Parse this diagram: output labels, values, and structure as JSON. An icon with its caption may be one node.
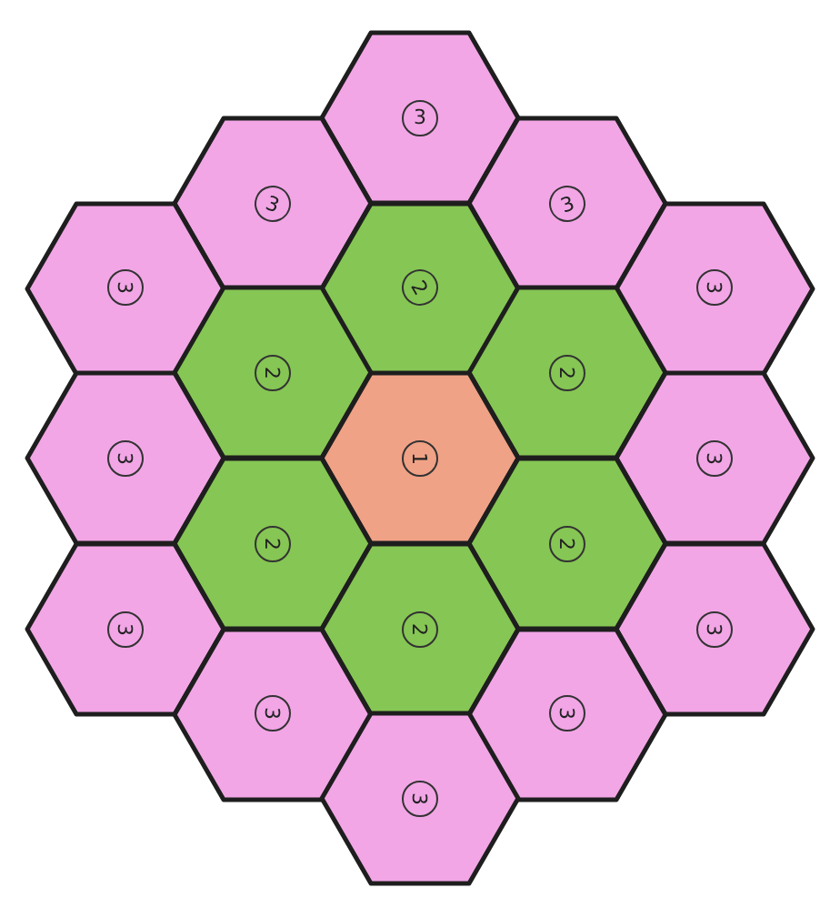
{
  "diagram": {
    "nodes": [
      {
        "text": [
          "3"
        ]
      },
      {
        "text": [
          "3"
        ]
      },
      {
        "text": [
          "3"
        ]
      },
      {
        "text": [
          "3"
        ]
      },
      {
        "text": [
          "2"
        ]
      },
      {
        "text": [
          "3"
        ]
      },
      {
        "text": [
          "2"
        ]
      },
      {
        "text": [
          "2"
        ]
      },
      {
        "text": [
          "3"
        ]
      },
      {
        "text": [
          "1"
        ]
      },
      {
        "text": [
          "3"
        ]
      },
      {
        "text": [
          "2"
        ]
      },
      {
        "text": [
          "2"
        ]
      },
      {
        "text": [
          "3"
        ]
      },
      {
        "text": [
          "2"
        ]
      },
      {
        "text": [
          "3"
        ]
      },
      {
        "text": [
          "3"
        ]
      },
      {
        "text": [
          "3"
        ]
      },
      {
        "text": [
          "3"
        ]
      }
    ]
  }
}
